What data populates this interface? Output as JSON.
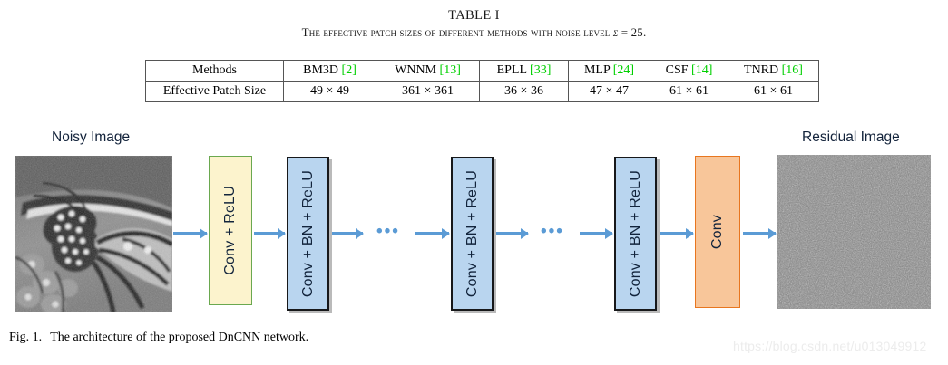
{
  "table": {
    "number": "TABLE I",
    "title_prefix": "The effective patch sizes of different methods with noise level ",
    "title_symbol": "σ",
    "title_equals": " = ",
    "title_value": "25",
    "title_period": ".",
    "cite_color": "#00d000",
    "rows": [
      {
        "label": "Methods",
        "cells": [
          {
            "name": "BM3D",
            "cite": "[2]"
          },
          {
            "name": "WNNM",
            "cite": "[13]"
          },
          {
            "name": "EPLL",
            "cite": "[33]"
          },
          {
            "name": "MLP",
            "cite": "[24]"
          },
          {
            "name": "CSF",
            "cite": "[14]"
          },
          {
            "name": "TNRD",
            "cite": "[16]"
          }
        ]
      },
      {
        "label": "Effective Patch Size",
        "cells": [
          {
            "value": "49 × 49"
          },
          {
            "value": "361 × 361"
          },
          {
            "value": "36 × 36"
          },
          {
            "value": "47 × 47"
          },
          {
            "value": "61 × 61"
          },
          {
            "value": "61 × 61"
          }
        ]
      }
    ]
  },
  "figure": {
    "input_label": "Noisy Image",
    "output_label": "Residual Image",
    "blocks": [
      {
        "id": "conv-relu",
        "label": "Conv + ReLU",
        "fill": "#fcf3cd",
        "stroke": "#6aa84f"
      },
      {
        "id": "conv-bn-relu-1",
        "label": "Conv + BN + ReLU",
        "fill": "#b9d5ef",
        "stroke": "#17181a"
      },
      {
        "id": "conv-bn-relu-2",
        "label": "Conv + BN + ReLU",
        "fill": "#b9d5ef",
        "stroke": "#17181a"
      },
      {
        "id": "conv-bn-relu-3",
        "label": "Conv + BN + ReLU",
        "fill": "#b9d5ef",
        "stroke": "#17181a"
      },
      {
        "id": "conv",
        "label": "Conv",
        "fill": "#f8c69a",
        "stroke": "#e8761f"
      }
    ],
    "ellipsis": "•••",
    "arrow_color": "#5b9bd5",
    "caption_number": "Fig. 1.",
    "caption_text": "The architecture of the proposed DnCNN network."
  },
  "watermark": {
    "text": "https://blog.csdn.net/u013049912"
  }
}
